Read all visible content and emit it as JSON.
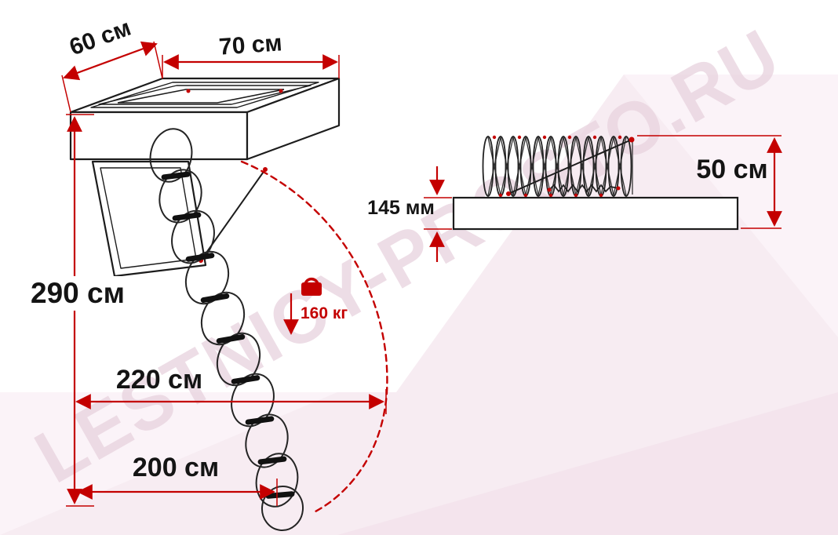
{
  "watermark": "LESTNICY-PROSTO.RU",
  "front_view": {
    "box_depth": "60 см",
    "box_width": "70 см",
    "ceiling_height": "290 см",
    "swing_clearance": "220 см",
    "floor_projection": "200 см",
    "max_load": "160 кг"
  },
  "side_view": {
    "box_height": "145 мм",
    "folded_stack_height": "50 см"
  },
  "colors": {
    "accent": "#c40000",
    "wm": "#e9d4df",
    "line": "#1c1c1c",
    "background": "#f7ecf2"
  }
}
